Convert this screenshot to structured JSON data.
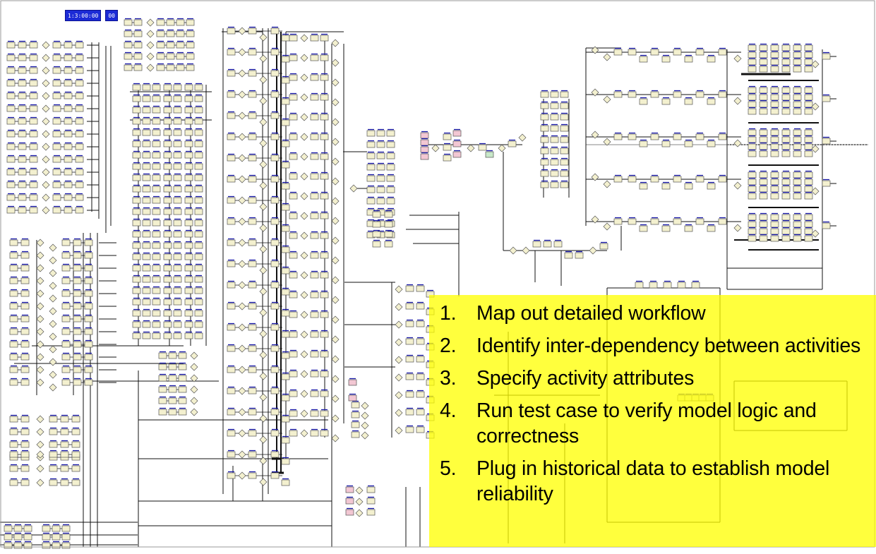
{
  "clock": {
    "display_a": "1:3:00:00",
    "display_b": "00"
  },
  "steps": [
    {
      "number": "1.",
      "text": "Map out detailed workflow"
    },
    {
      "number": "2.",
      "text": "Identify inter-dependency between activities"
    },
    {
      "number": "3.",
      "text": "Specify activity attributes"
    },
    {
      "number": "4.",
      "text": "Run test case to verify model logic and correctness"
    },
    {
      "number": "5.",
      "text": "Plug in historical data to establish model reliability"
    }
  ],
  "colors": {
    "highlight": "#ffff00",
    "node_fill": "#f3f0cf",
    "node_stroke": "#555555",
    "line": "#111111",
    "header_mark": "#1a1aa8",
    "clock": "#1c2bd6"
  }
}
